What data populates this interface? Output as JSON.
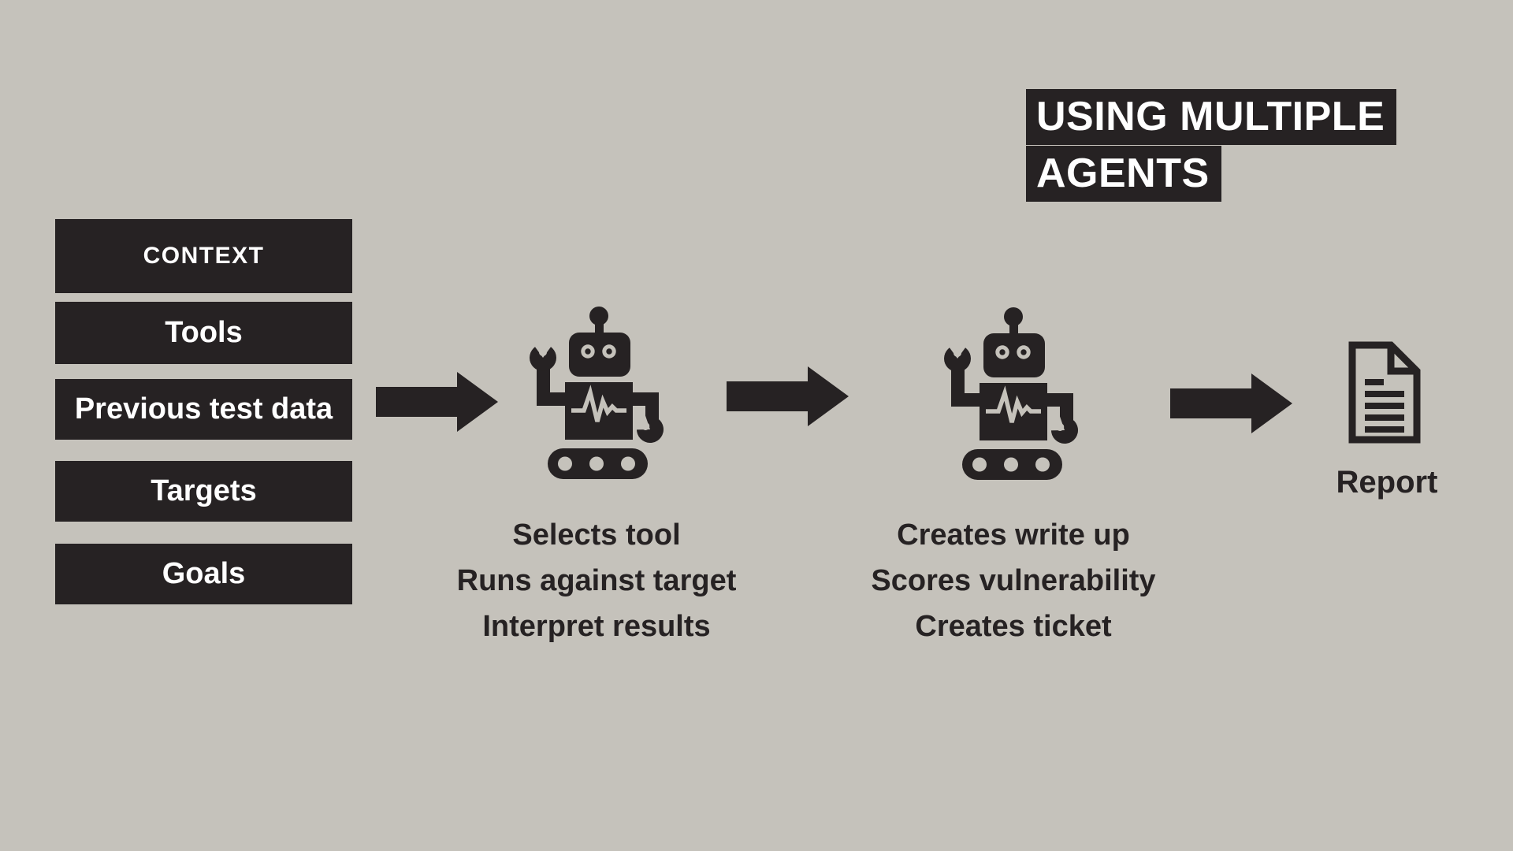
{
  "title": {
    "line1": "USING MULTIPLE",
    "line2": "AGENTS"
  },
  "context_boxes": [
    "CONTEXT",
    "Tools",
    "Previous test data",
    "Targets",
    "Goals"
  ],
  "agent1": {
    "caption_lines": [
      "Selects tool",
      "Runs against target",
      "Interpret results"
    ]
  },
  "agent2": {
    "caption_lines": [
      "Creates write up",
      "Scores vulnerability",
      "Creates ticket"
    ]
  },
  "report": {
    "label": "Report"
  },
  "icons": {
    "agent": "robot-icon",
    "flow": "arrow-right-icon",
    "report": "document-icon"
  },
  "colors": {
    "background": "#c5c2bb",
    "ink": "#262223",
    "text_on_dark": "#ffffff"
  }
}
